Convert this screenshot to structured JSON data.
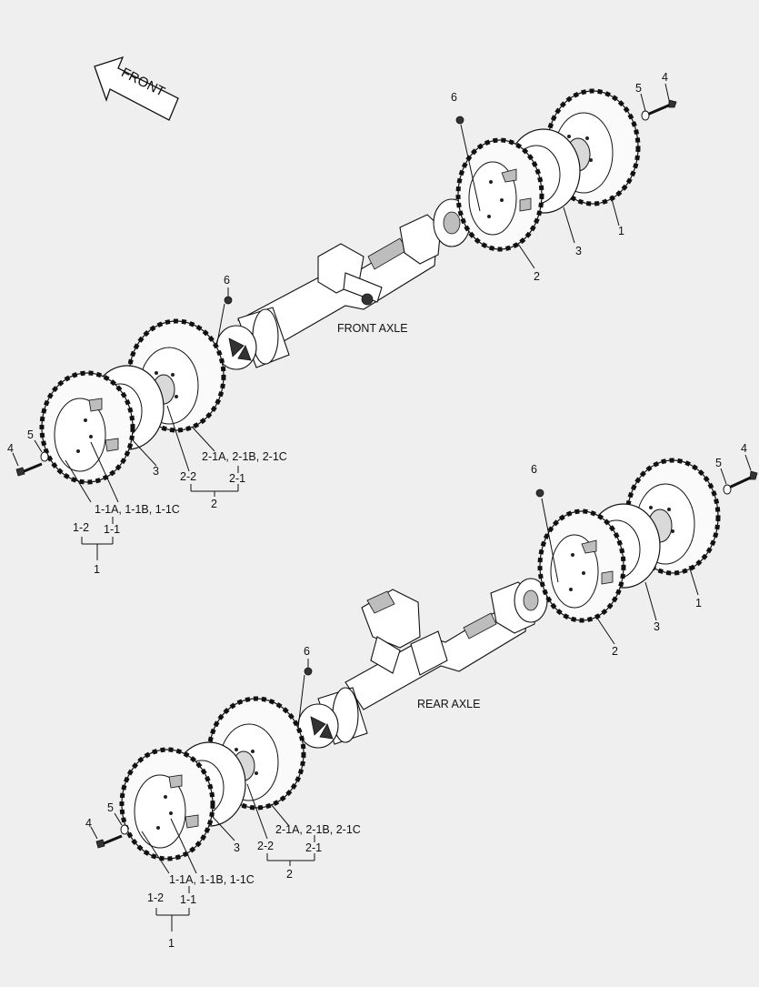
{
  "direction_label": "FRONT",
  "front_axle": {
    "title": "FRONT AXLE",
    "right_side": {
      "label_1": "1",
      "label_2": "2",
      "label_3": "3",
      "label_4": "4",
      "label_5": "5",
      "label_6": "6"
    },
    "hub_label_6": "6",
    "left_side": {
      "label_4": "4",
      "label_5": "5",
      "label_3": "3",
      "label_2_variants": "2-1A, 2-1B, 2-1C",
      "label_2_2": "2-2",
      "label_2_1": "2-1",
      "label_2": "2",
      "label_1_variants": "1-1A, 1-1B, 1-1C",
      "label_1_2": "1-2",
      "label_1_1": "1-1",
      "label_1": "1"
    }
  },
  "rear_axle": {
    "title": "REAR AXLE",
    "right_side": {
      "label_1": "1",
      "label_2": "2",
      "label_3": "3",
      "label_4": "4",
      "label_5": "5",
      "label_6": "6"
    },
    "hub_label_6": "6",
    "left_side": {
      "label_4": "4",
      "label_5": "5",
      "label_3": "3",
      "label_2_variants": "2-1A, 2-1B, 2-1C",
      "label_2_2": "2-2",
      "label_2_1": "2-1",
      "label_2": "2",
      "label_1_variants": "1-1A, 1-1B, 1-1C",
      "label_1_2": "1-2",
      "label_1_1": "1-1",
      "label_1": "1"
    }
  },
  "colors": {
    "background": "#efefef",
    "line": "#111111"
  }
}
